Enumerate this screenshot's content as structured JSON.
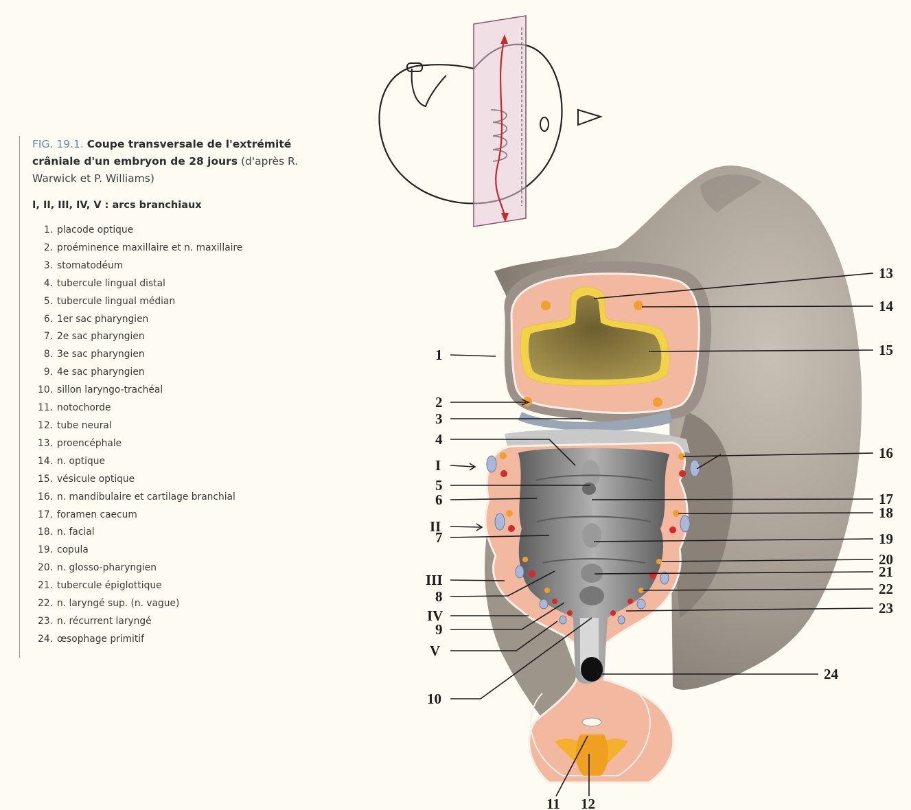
{
  "caption": {
    "fig_number": "FIG. 19.1.",
    "title_bold": "Coupe transversale de l'extrémité crâniale d'un embryon de 28 jours",
    "title_rest": " (d'après R. Warwick et P. Williams)",
    "arcs_line": "I, II, III, IV, V : arcs branchiaux"
  },
  "legend": [
    {
      "num": "1.",
      "text": "placode optique"
    },
    {
      "num": "2.",
      "text": "proéminence maxillaire et n. maxillaire"
    },
    {
      "num": "3.",
      "text": "stomatodéum"
    },
    {
      "num": "4.",
      "text": "tubercule lingual distal"
    },
    {
      "num": "5.",
      "text": "tubercule lingual médian"
    },
    {
      "num": "6.",
      "text": "1er sac pharyngien"
    },
    {
      "num": "7.",
      "text": "2e sac pharyngien"
    },
    {
      "num": "8.",
      "text": "3e sac pharyngien"
    },
    {
      "num": "9.",
      "text": "4e sac pharyngien"
    },
    {
      "num": "10.",
      "text": "sillon laryngo-trachéal"
    },
    {
      "num": "11.",
      "text": "notochorde"
    },
    {
      "num": "12.",
      "text": "tube neural"
    },
    {
      "num": "13.",
      "text": "proencéphale"
    },
    {
      "num": "14.",
      "text": "n. optique"
    },
    {
      "num": "15.",
      "text": "vésicule optique"
    },
    {
      "num": "16.",
      "text": "n. mandibulaire et cartilage branchial"
    },
    {
      "num": "17.",
      "text": "foramen caecum"
    },
    {
      "num": "18.",
      "text": "n. facial"
    },
    {
      "num": "19.",
      "text": "copula"
    },
    {
      "num": "20.",
      "text": "n. glosso-pharyngien"
    },
    {
      "num": "21.",
      "text": "tubercule épiglottique"
    },
    {
      "num": "22.",
      "text": "n. laryngé sup. (n. vague)"
    },
    {
      "num": "23.",
      "text": "n. récurrent laryngé"
    },
    {
      "num": "24.",
      "text": "œsophage primitif"
    }
  ],
  "labels": {
    "l1": "1",
    "l2": "2",
    "l3": "3",
    "l4": "4",
    "l5": "5",
    "l6": "6",
    "l7": "7",
    "l8": "8",
    "l9": "9",
    "l10": "10",
    "l11": "11",
    "l12": "12",
    "l13": "13",
    "l14": "14",
    "l15": "15",
    "l16": "16",
    "l17": "17",
    "l18": "18",
    "l19": "19",
    "l20": "20",
    "l21": "21",
    "l22": "22",
    "l23": "23",
    "l24": "24",
    "arcI": "I",
    "arcII": "II",
    "arcIII": "III",
    "arcIV": "IV",
    "arcV": "V"
  },
  "colors": {
    "background": "#fdfbf2",
    "embryo_body": "#a89d93",
    "tissue_pink": "#f2b9a0",
    "yellow_layer": "#f2d24a",
    "brain_cavity": "#8a7a45",
    "pharynx_grey": "#8d8d8d",
    "nerve_red": "#d42a2a",
    "nerve_orange": "#f0a030",
    "cartilage_blue": "#a9b8d8",
    "section_plane": "#e6c8d8",
    "arrow_red": "#c8282a"
  }
}
